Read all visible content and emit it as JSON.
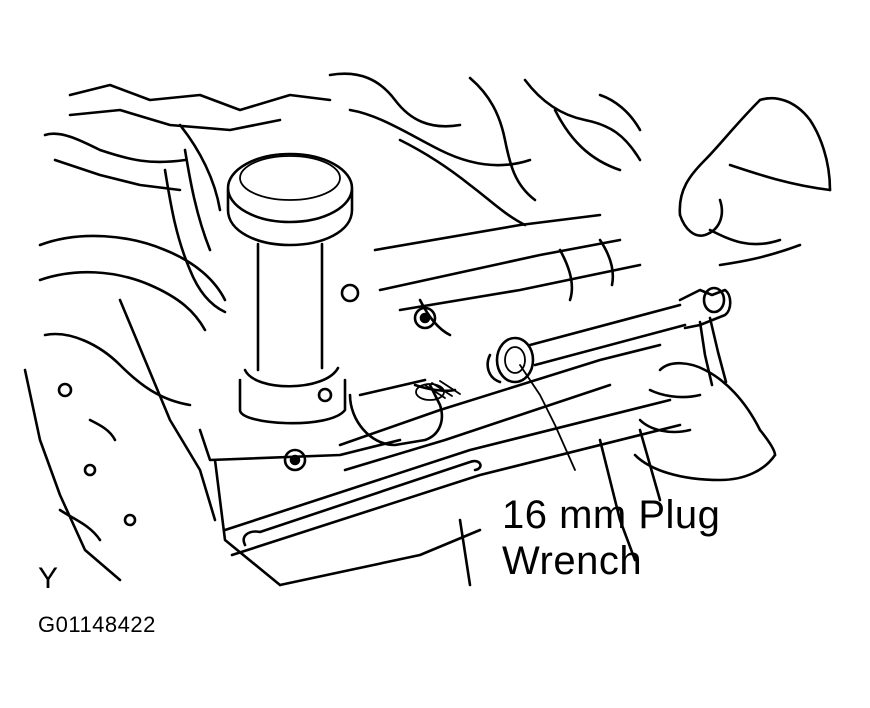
{
  "callout": {
    "line1": "16 mm Plug",
    "line2": "Wrench"
  },
  "corner_letter": "Y",
  "figure_id": "G01148422"
}
